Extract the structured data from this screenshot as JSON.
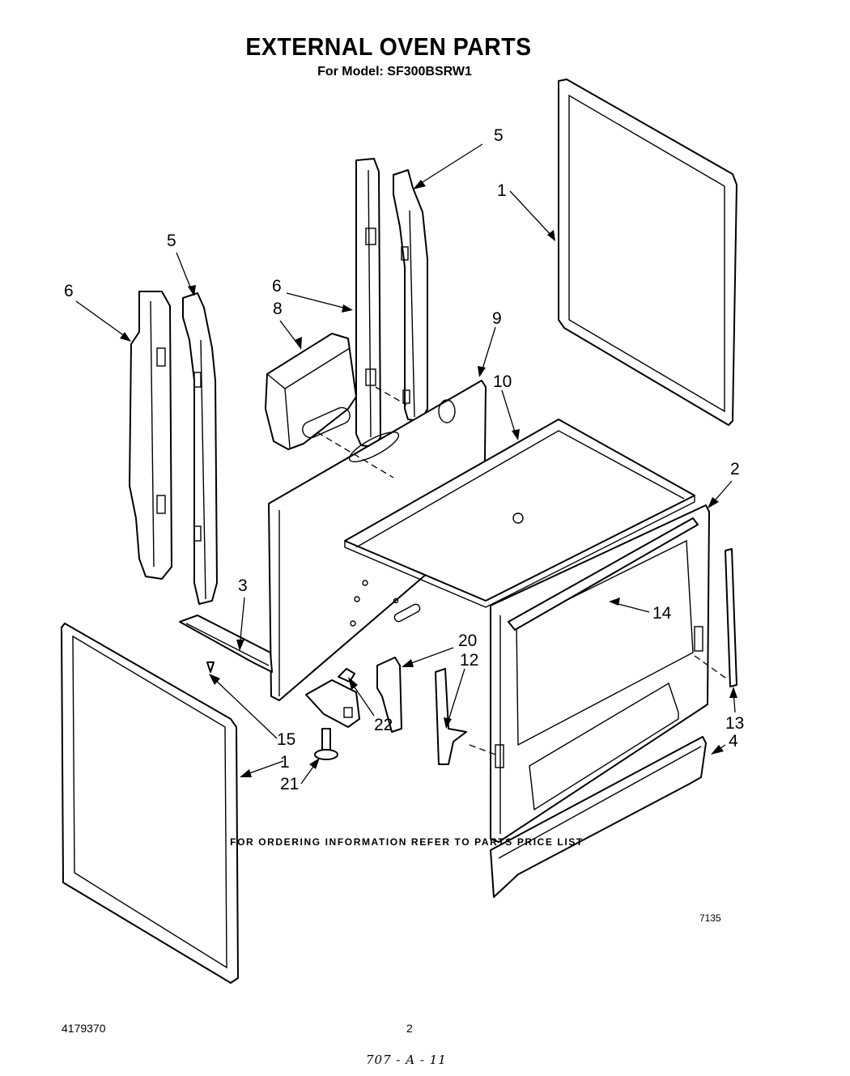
{
  "title": "EXTERNAL OVEN PARTS",
  "subtitle": "For Model: SF300BSRW1",
  "callouts": {
    "c1a": "1",
    "c1b": "1",
    "c2": "2",
    "c3": "3",
    "c4": "4",
    "c5a": "5",
    "c5b": "5",
    "c6a": "6",
    "c6b": "6",
    "c8": "8",
    "c9": "9",
    "c10": "10",
    "c12": "12",
    "c13": "13",
    "c14": "14",
    "c15": "15",
    "c20": "20",
    "c21": "21",
    "c22": "22"
  },
  "figure_code": "7135",
  "footer_note": "FOR ORDERING INFORMATION REFER TO PARTS PRICE LIST",
  "doc_number": "4179370",
  "page_number": "2",
  "handwritten_note": "707 - A - 11"
}
